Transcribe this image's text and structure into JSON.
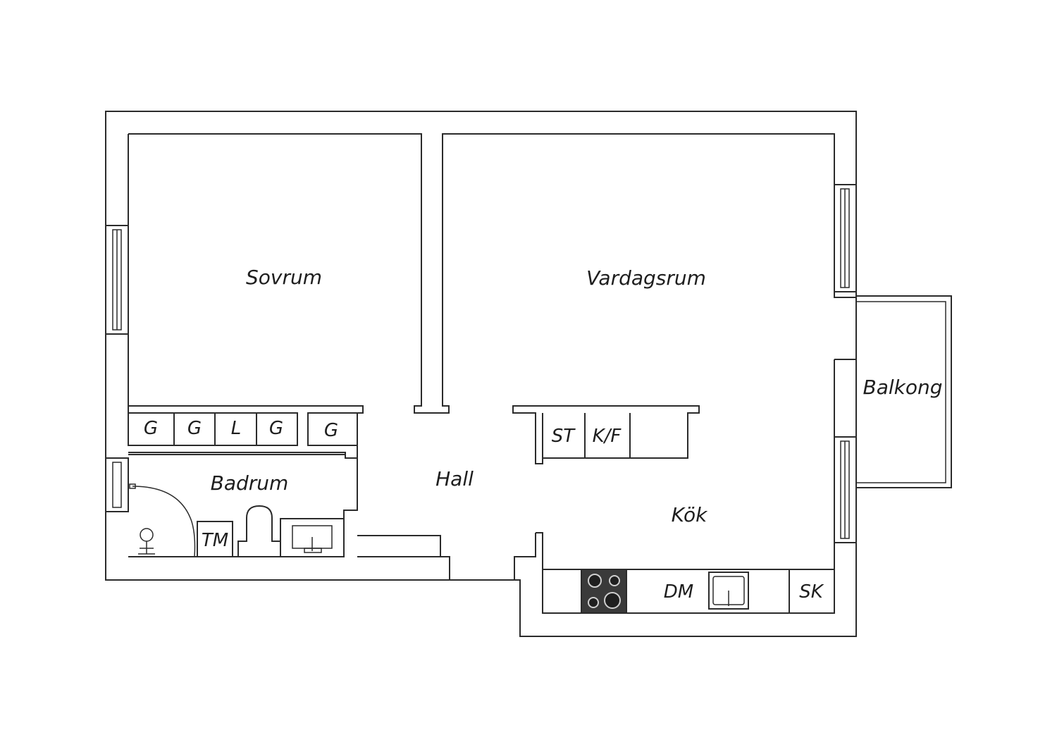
{
  "rooms": {
    "sovrum": "Sovrum",
    "vardagsrum": "Vardagsrum",
    "balkong": "Balkong",
    "badrum": "Badrum",
    "hall": "Hall",
    "kok": "Kök"
  },
  "wardrobes": [
    "G",
    "G",
    "L",
    "G",
    "G"
  ],
  "kitchen_units": {
    "st": "ST",
    "kf": "K/F",
    "dm": "DM",
    "sk": "SK"
  },
  "bathroom": {
    "tm": "TM"
  },
  "colors": {
    "line": "#2b2b2b",
    "stove": "#3a3a3a",
    "background": "#ffffff"
  }
}
